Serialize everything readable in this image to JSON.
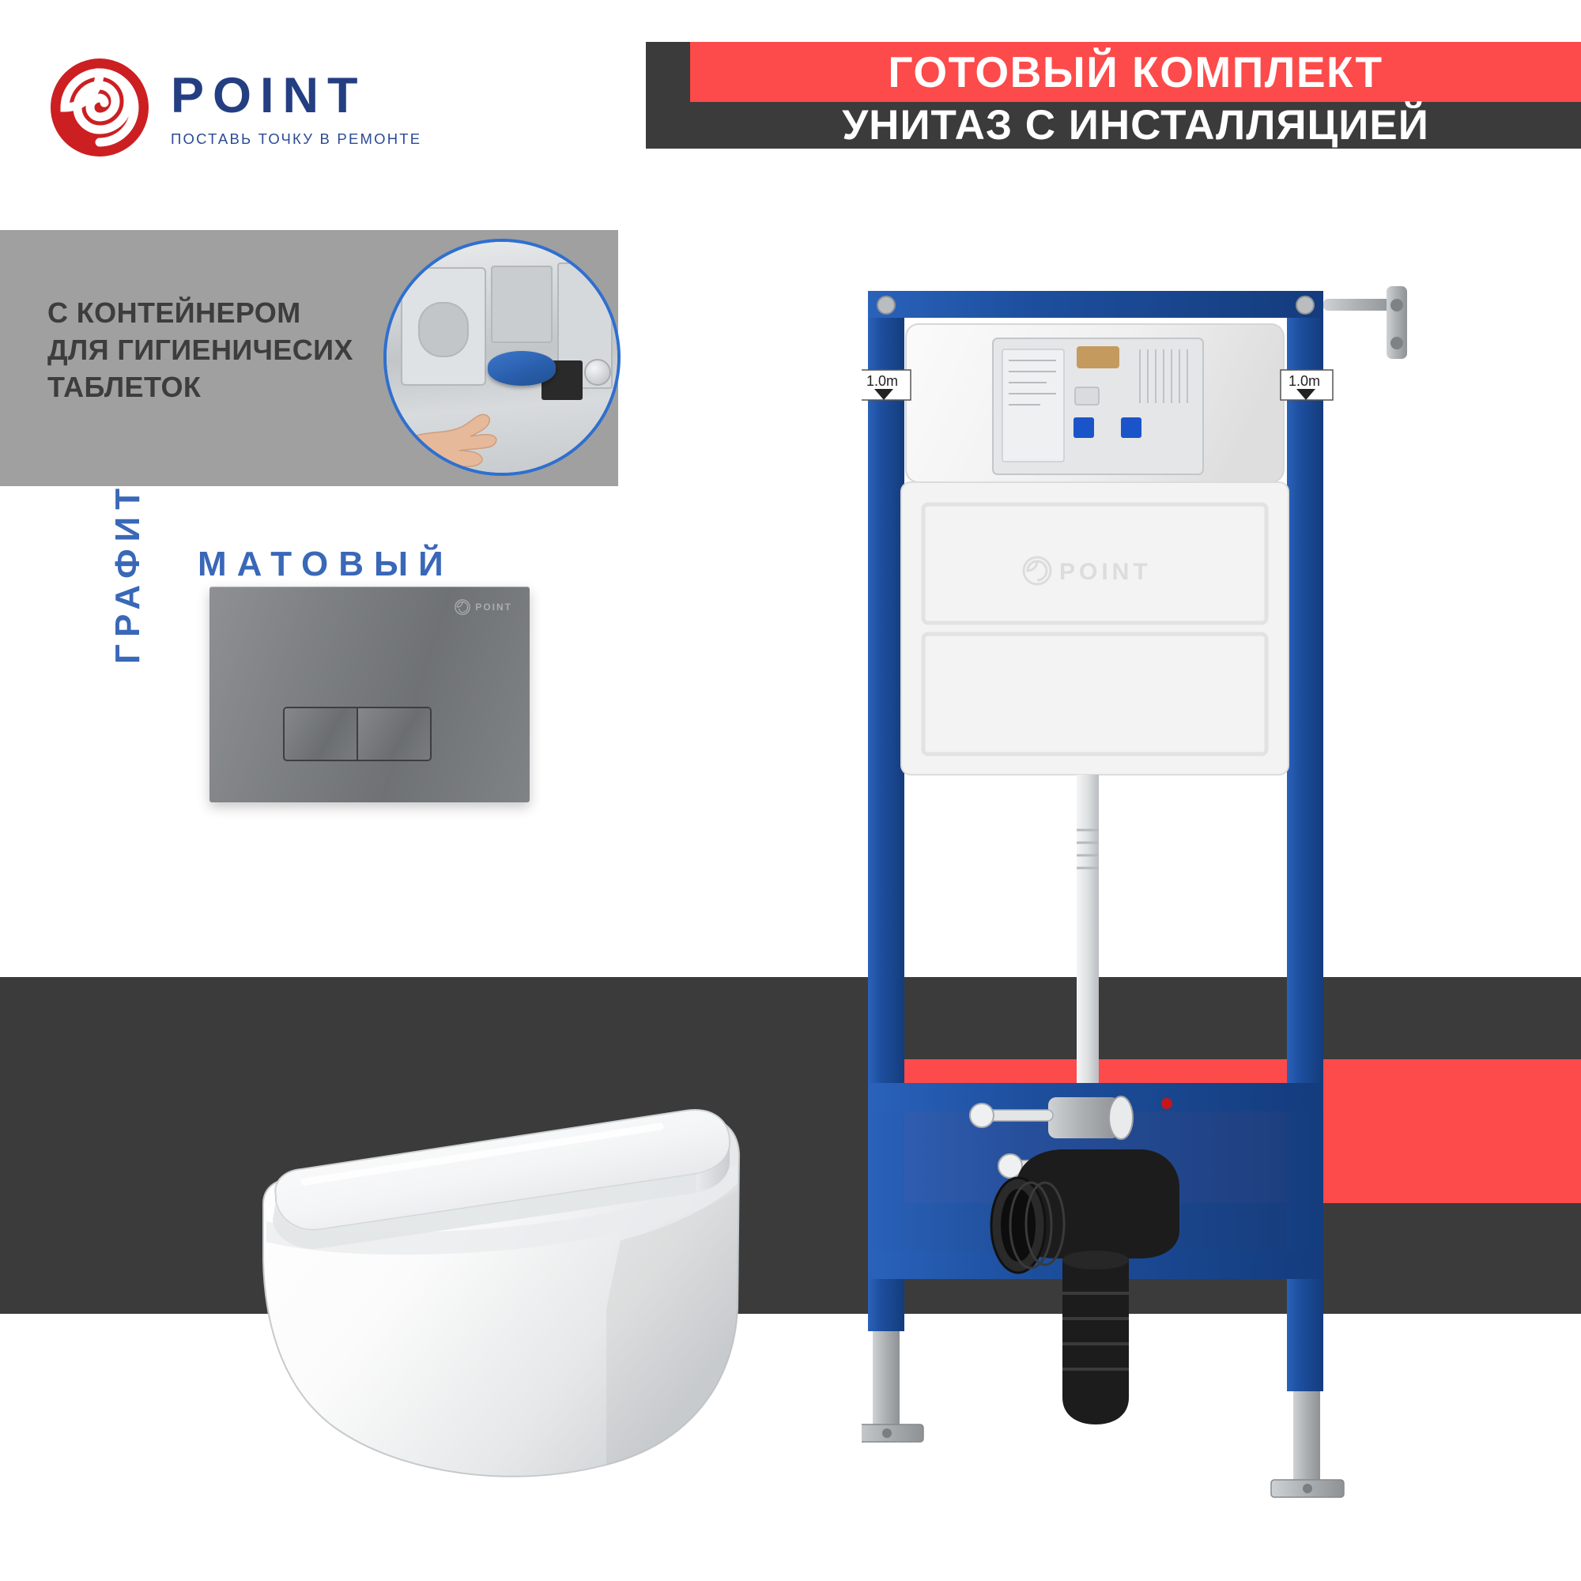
{
  "brand": {
    "name": "POINT",
    "tagline": "ПОСТАВЬ ТОЧКУ В РЕМОНТЕ",
    "logo_icon": "spiral-icon",
    "logo_color": "#cc1f22",
    "wordmark_color": "#243e82"
  },
  "header_banner": {
    "line1": "ГОТОВЫЙ КОМПЛЕКТ",
    "line2": "УНИТАЗ С ИНСТАЛЛЯЦИЕЙ",
    "accent_color": "#fd4a4a",
    "background_color": "#3b3b3b",
    "text_color": "#ffffff"
  },
  "feature_box": {
    "lines": [
      "С КОНТЕЙНЕРОМ",
      "ДЛЯ ГИГИЕНИЧЕСИХ",
      "ТАБЛЕТОК"
    ],
    "background_color": "#a0a0a0",
    "text_color": "#3d3d3d",
    "photo_alt": "hand-inserting-blue-hygienic-tablet-icon",
    "photo_ring_color": "#2f6fcf"
  },
  "plate": {
    "color_label_vertical": "ГРАФИТ",
    "finish_label": "МАТОВЫЙ",
    "label_color": "#3a68b8",
    "brand_on_plate": "POINT",
    "buttons": [
      "large-flush-button",
      "small-flush-button"
    ],
    "surface_color": "#7e8184"
  },
  "frame": {
    "height_markers": [
      "1.0m",
      "1.0m"
    ],
    "rail_color": "#1d4f9e",
    "cistern_color": "#f2f2f2"
  },
  "bands": {
    "dark_color": "#3b3b3b",
    "red_color": "#fd4a4a"
  },
  "product": {
    "bowl_name": "wall-hung-toilet-bowl",
    "bowl_color": "#ffffff"
  }
}
